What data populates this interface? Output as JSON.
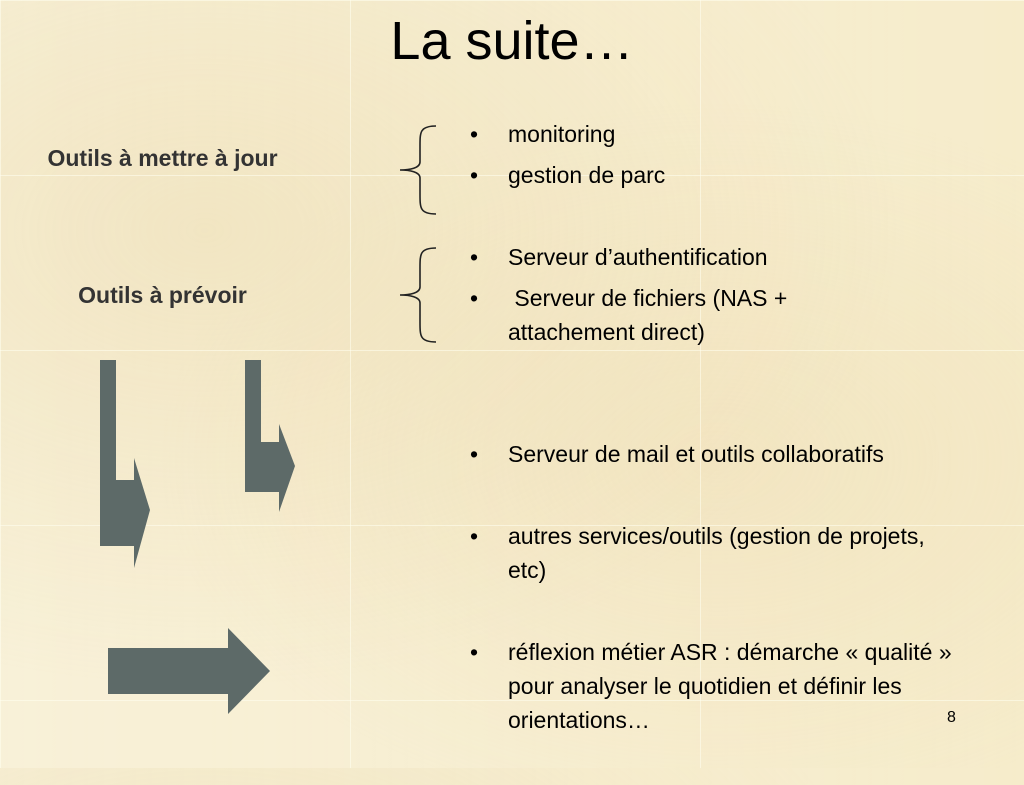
{
  "slide": {
    "title": "La suite…",
    "page_number": "8"
  },
  "labels": {
    "update": "Outils à mettre à jour",
    "plan": "Outils à prévoir"
  },
  "bullet_symbol": "•",
  "lists": {
    "update": [
      "monitoring",
      "gestion de parc"
    ],
    "plan": [
      " Serveur d’authentification",
      " Serveur de fichiers (NAS + attachement direct)"
    ],
    "more": [
      " Serveur de mail et outils collaboratifs",
      " autres services/outils (gestion de projets, etc)",
      " réflexion métier ASR : démarche « qualité » pour analyser le quotidien et définir les orientations…"
    ]
  },
  "colors": {
    "background": "#f6eccb",
    "arrow_fill": "#5d6a68",
    "brace": "#222222",
    "label_text": "#333333"
  },
  "icons": {
    "brace": "left-curly-brace",
    "arrows": [
      "bent-arrow-down-right",
      "bent-arrow-down-right",
      "arrow-right"
    ]
  }
}
